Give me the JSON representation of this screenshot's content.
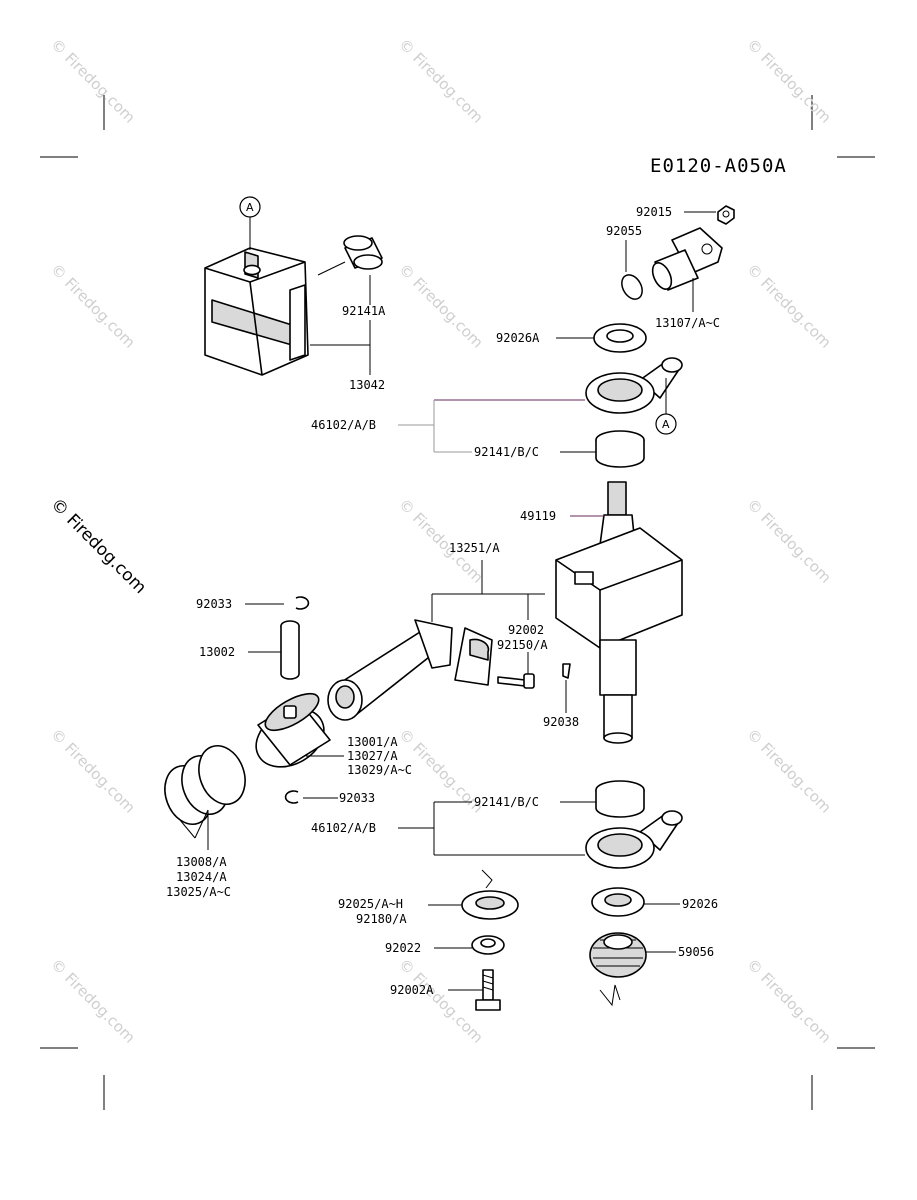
{
  "diagram_id": "E0120-A050A",
  "watermark": {
    "main": "© Firedog.com",
    "tile": "© Firedog.com"
  },
  "callouts": {
    "a_top": "A",
    "a_right": "A"
  },
  "labels": {
    "p92015": "92015",
    "p92055": "92055",
    "p13107": "13107/A~C",
    "p92141A": "92141A",
    "p13042": "13042",
    "p92026A": "92026A",
    "p46102_top": "46102/A/B",
    "p92141_top": "92141/B/C",
    "p49119": "49119",
    "p13251": "13251/A",
    "p92033_top": "92033",
    "p13002": "13002",
    "p92002": "92002",
    "p92150": "92150/A",
    "p92038": "92038",
    "p13001": "13001/A",
    "p13027": "13027/A",
    "p13029": "13029/A~C",
    "p92033_bot": "92033",
    "p92141_bot": "92141/B/C",
    "p46102_bot": "46102/A/B",
    "p13008": "13008/A",
    "p13024": "13024/A",
    "p13025": "13025/A~C",
    "p92025": "92025/A~H",
    "p92180": "92180/A",
    "p92026": "92026",
    "p92022": "92022",
    "p59056": "59056",
    "p92002A": "92002A"
  }
}
